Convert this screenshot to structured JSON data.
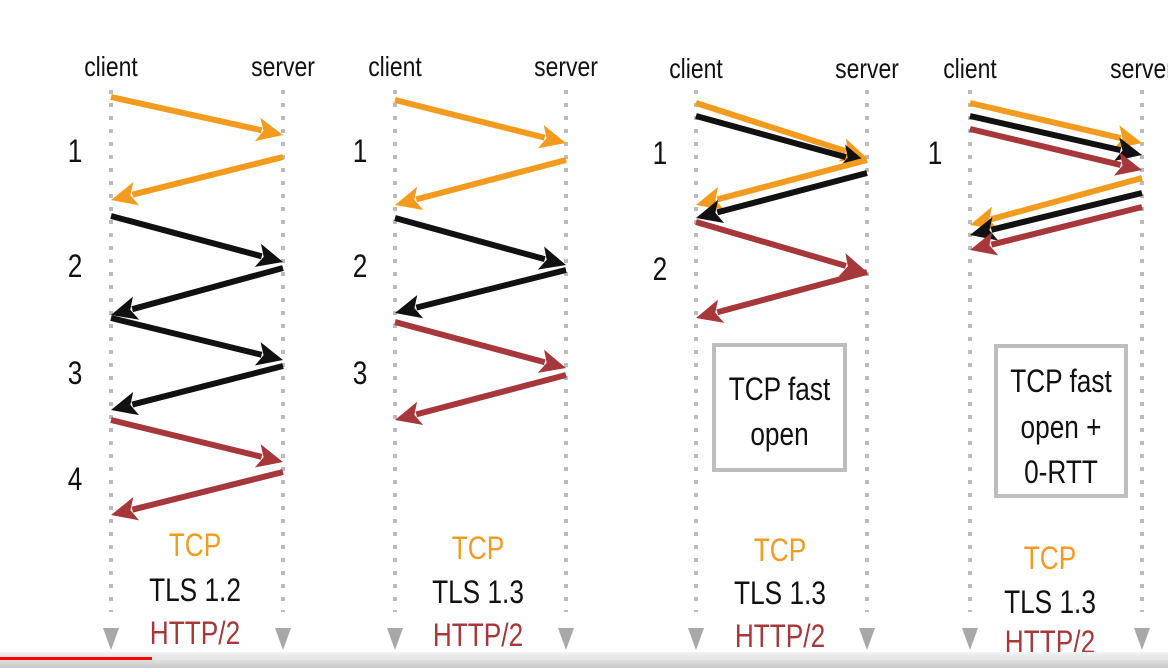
{
  "colors": {
    "tcp": "#F29B1F",
    "tls": "#111111",
    "http": "#A6373A",
    "dots": "#BBBBBB",
    "box_border": "#BDBDBD"
  },
  "panels": [
    {
      "client": "client",
      "server": "server",
      "rtts": [
        "1",
        "2",
        "3",
        "4"
      ],
      "tcp": "TCP",
      "tls": "TLS 1.2",
      "http": "HTTP/2"
    },
    {
      "client": "client",
      "server": "server",
      "rtts": [
        "1",
        "2",
        "3"
      ],
      "tcp": "TCP",
      "tls": "TLS 1.3",
      "http": "HTTP/2"
    },
    {
      "client": "client",
      "server": "server",
      "rtts": [
        "1",
        "2"
      ],
      "tcp": "TCP",
      "tls": "TLS 1.3",
      "http": "HTTP/2",
      "box": [
        "TCP fast",
        "open"
      ]
    },
    {
      "client": "client",
      "server": "server",
      "rtts": [
        "1"
      ],
      "tcp": "TCP",
      "tls": "TLS 1.3",
      "http": "HTTP/2",
      "box": [
        "TCP fast",
        "open +",
        "0-RTT"
      ]
    }
  ],
  "video_progress": 0.13
}
